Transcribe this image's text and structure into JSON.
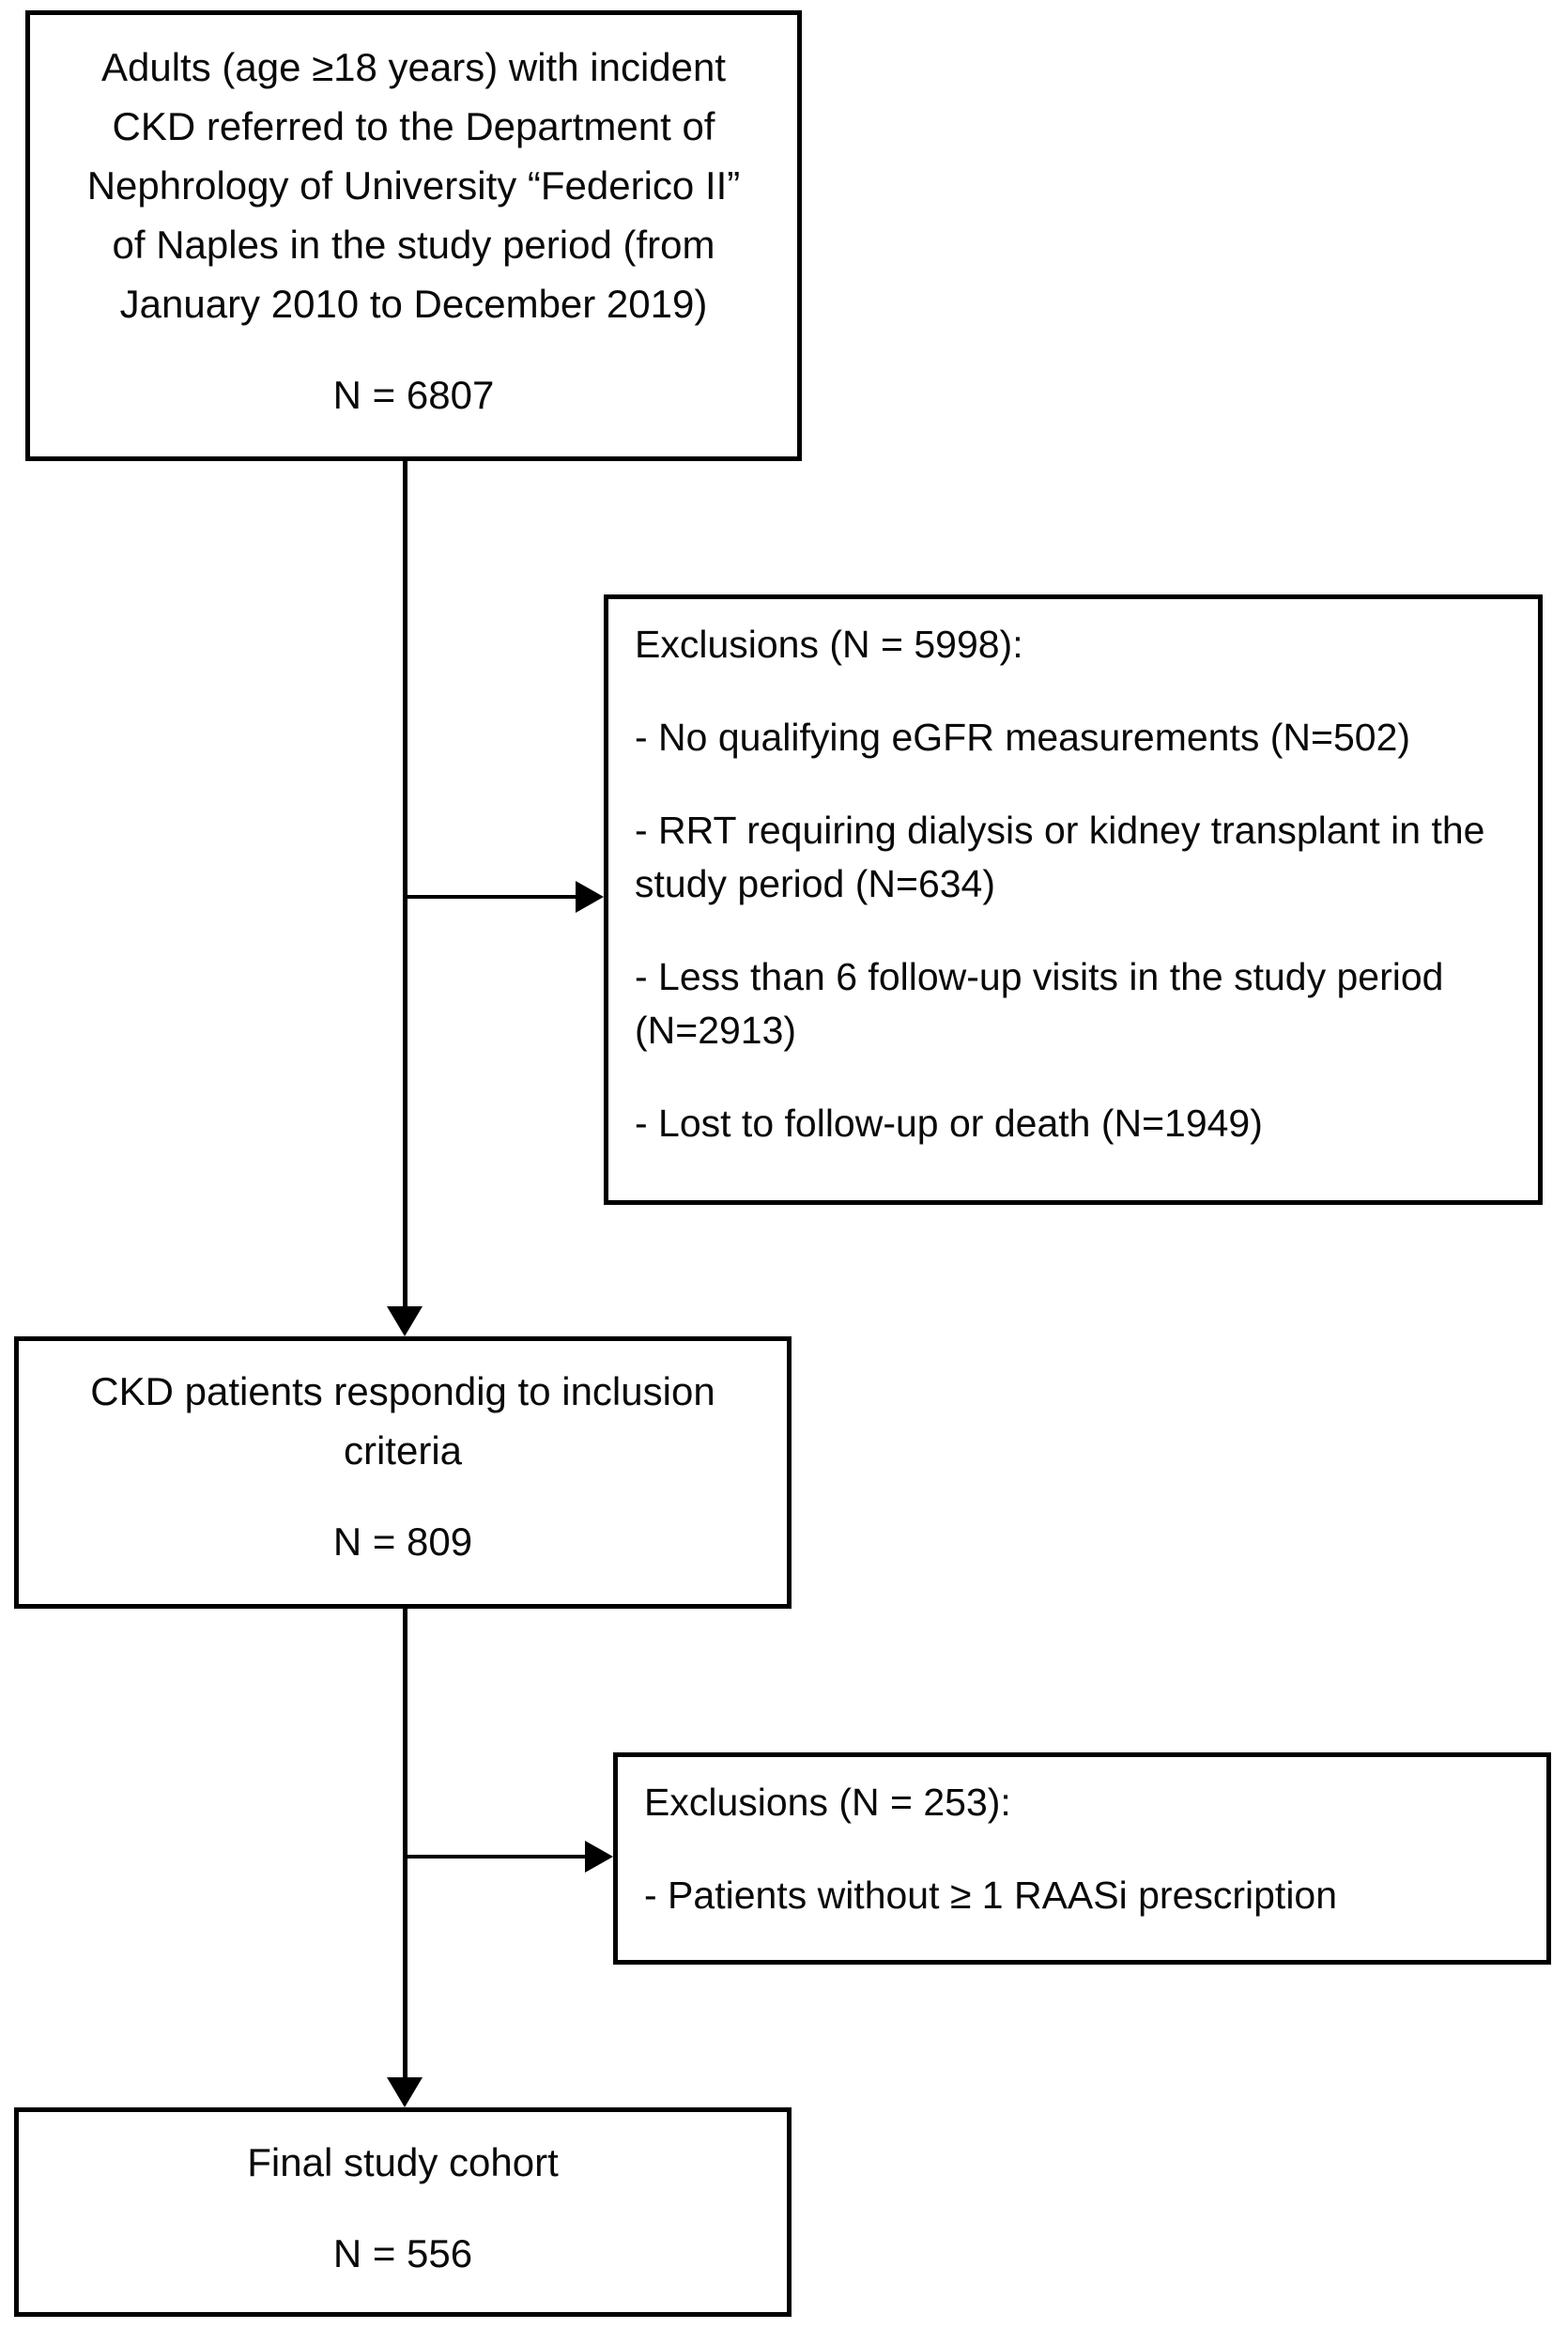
{
  "diagram": {
    "top_box": {
      "lines": [
        "Adults (age ≥18 years) with incident",
        "CKD referred to the Department of",
        "Nephrology of University “Federico II”",
        "of Naples in the study period (from",
        "January 2010 to December 2019)"
      ],
      "n": "N = 6807"
    },
    "exclusions_1": {
      "title": "Exclusions (N = 5998):",
      "items": [
        "- No qualifying eGFR measurements (N=502)",
        "- RRT requiring dialysis or kidney transplant in the study period (N=634)",
        "- Less than 6 follow-up visits in the study period (N=2913)",
        "- Lost to follow-up or death (N=1949)"
      ]
    },
    "inclusion_box": {
      "lines": [
        "CKD patients respondig to inclusion",
        "criteria"
      ],
      "n": "N = 809"
    },
    "exclusions_2": {
      "title": "Exclusions (N = 253):",
      "items": [
        "- Patients without ≥ 1 RAASi prescription"
      ]
    },
    "final_box": {
      "title": "Final study cohort",
      "n": "N = 556"
    },
    "colors": {
      "line": "#000000",
      "background": "#ffffff",
      "text": "#0a0a0a"
    }
  }
}
